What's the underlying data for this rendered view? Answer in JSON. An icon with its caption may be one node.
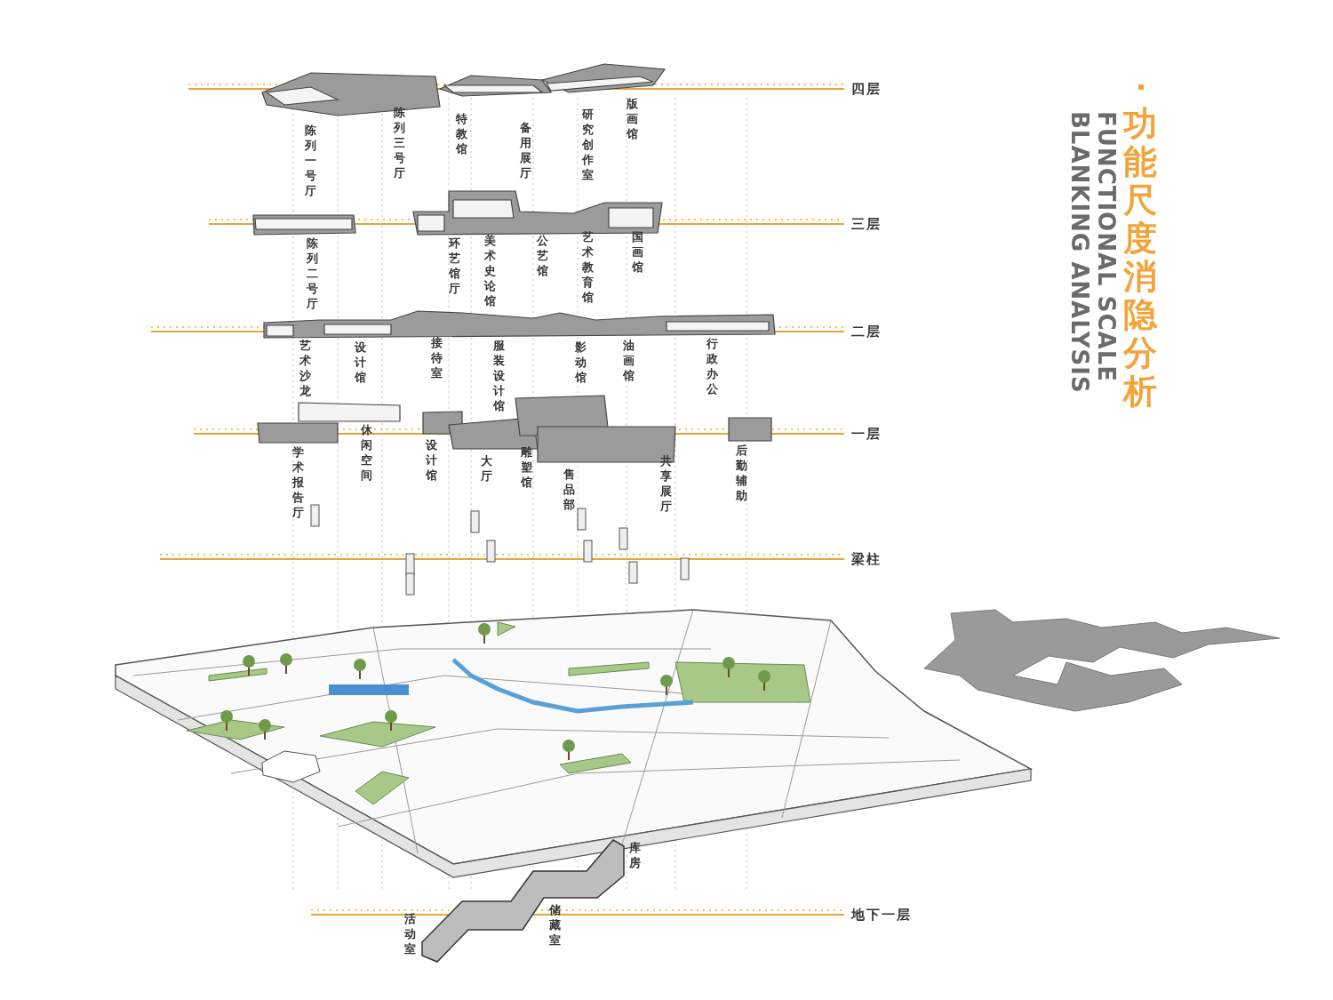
{
  "diagram": {
    "title": "功能尺度消隐分析",
    "labels": [
      "四层",
      "陈列一号厅",
      "陈列三号厅",
      "特教馆",
      "备用展厅",
      "研究创作室",
      "版画馆",
      "三层",
      "陈列二号厅",
      "环艺馆厅",
      "美术史论馆",
      "公艺馆",
      "艺术教育馆",
      "国画馆",
      "二层",
      "艺术沙龙",
      "设计馆",
      "接待室",
      "服装设计馆",
      "影动馆",
      "油画馆",
      "行政办公",
      "一层",
      "学术报告厅",
      "休闲空间",
      "设计馆",
      "大厅",
      "雕塑馆",
      "售品部",
      "共享展厅",
      "后勤辅助",
      "梁柱",
      "库房",
      "地下一层",
      "活动室",
      "储藏室",
      "FUNCTIONAL SCALE BLANKING ANALYSIS"
    ]
  }
}
